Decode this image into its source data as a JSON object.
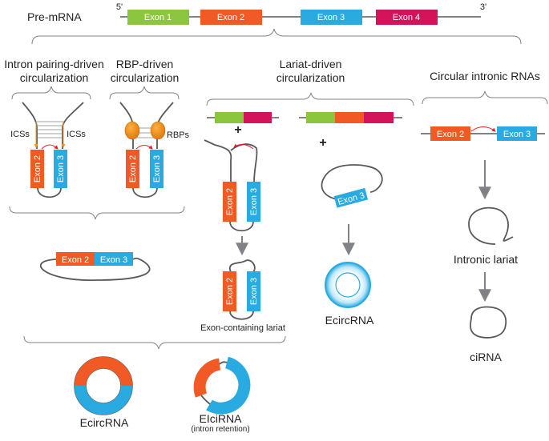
{
  "colors": {
    "exon1": "#8cc63f",
    "exon2": "#f15a24",
    "exon3": "#29abe2",
    "exon4": "#d4145a",
    "orange_oval": "#f7931e",
    "intron_line": "#58595b",
    "arrow": "#808285",
    "pairing": "#f7941d",
    "splice_arc": "#ed1c24"
  },
  "premrna": {
    "label": "Pre-mRNA",
    "five_prime": "5'",
    "three_prime": "3'",
    "exons": [
      "Exon 1",
      "Exon 2",
      "Exon 3",
      "Exon 4"
    ]
  },
  "pathways": {
    "intron_pairing": {
      "title_line1": "Intron pairing-driven",
      "title_line2": "circularization",
      "icss_left": "ICSs",
      "icss_right": "ICSs"
    },
    "rbp": {
      "title_line1": "RBP-driven",
      "title_line2": "circularization",
      "rbps": "RBPs"
    },
    "lariat": {
      "title_line1": "Lariat-driven",
      "title_line2": "circularization",
      "plus": "+",
      "exon_containing_lariat": "Exon-containing lariat"
    },
    "intronic": {
      "title": "Circular intronic RNAs",
      "intronic_lariat": "Intronic lariat",
      "cirna": "ciRNA"
    }
  },
  "exon_labels": {
    "exon2": "Exon 2",
    "exon3": "Exon 3"
  },
  "products": {
    "ecircrna_mid": "EcircRNA",
    "ecircrna_bottom": "EcircRNA",
    "elcirna": "EIciRNA",
    "elcirna_note": "(intron retention)"
  }
}
